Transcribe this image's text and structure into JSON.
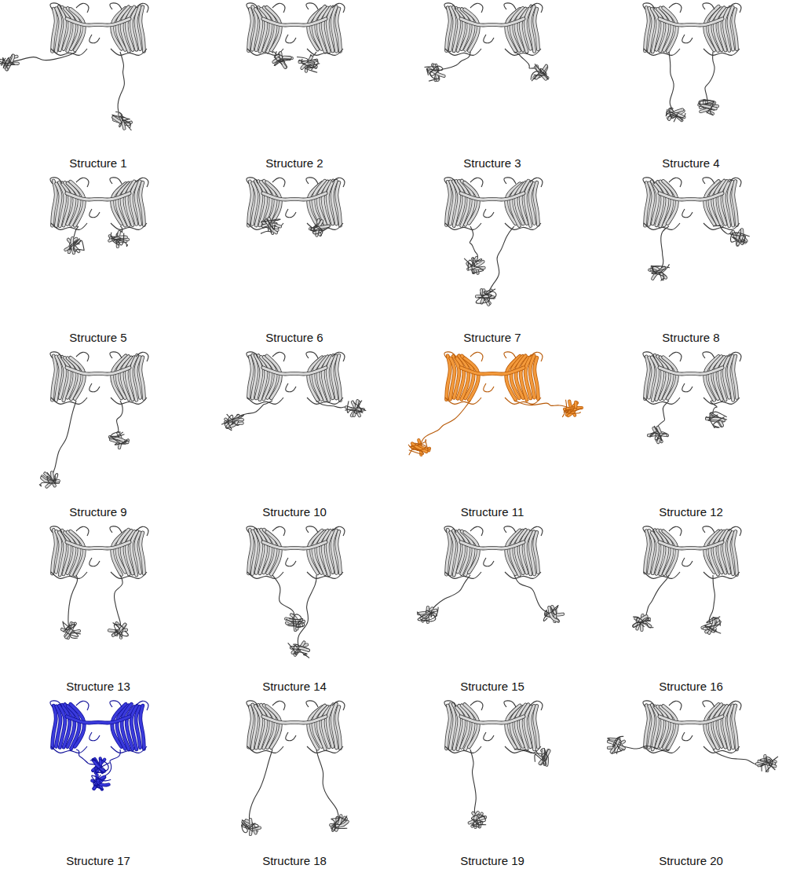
{
  "diagram": {
    "labels": [
      "Structure 1",
      "Structure 2",
      "Structure 3",
      "Structure 4",
      "Structure 5",
      "Structure 6",
      "Structure 7",
      "Structure 8",
      "Structure 9",
      "Structure 10",
      "Structure 11",
      "Structure 12",
      "Structure 13",
      "Structure 14",
      "Structure 15",
      "Structure 16",
      "Structure 17",
      "Structure 18",
      "Structure 19",
      "Structure 20"
    ]
  }
}
